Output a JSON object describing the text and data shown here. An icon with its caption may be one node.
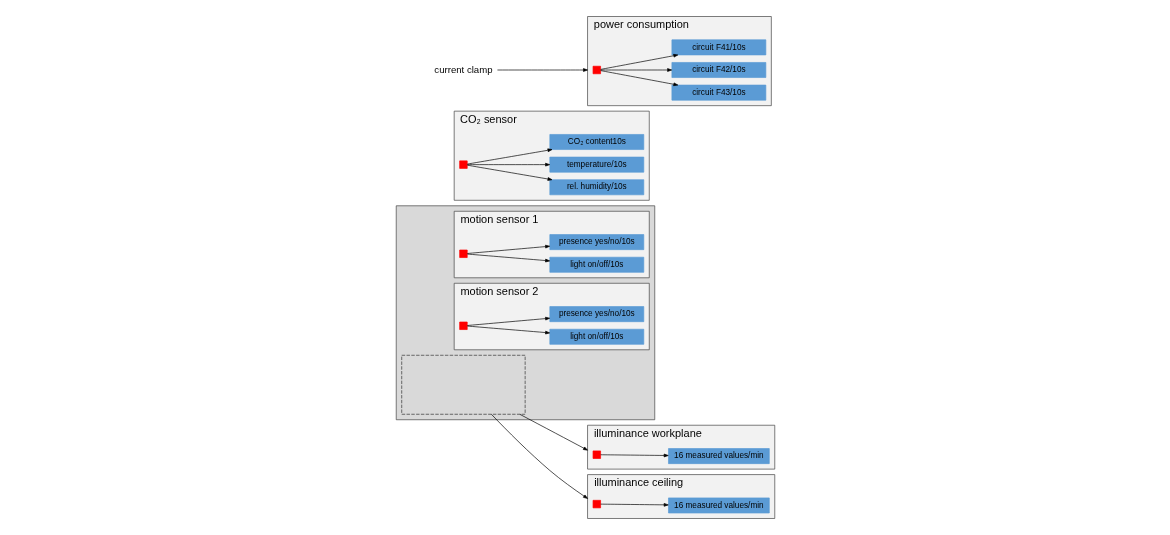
{
  "diagram": {
    "nodes": [
      {
        "text": [],
        "shape": "box"
      },
      {
        "text": [],
        "shape": "box",
        "in": 0
      },
      {
        "text": [
          "CO₂ sensor"
        ]
      },
      {
        "text": [],
        "shape": "box",
        "in": 2
      },
      {
        "text": [
          "CO₂ content10s"
        ],
        "in": 2
      },
      {
        "text": [
          "temperature/10s"
        ],
        "in": 2
      },
      {
        "text": [
          "rel. humidity/10s"
        ],
        "in": 2
      },
      {
        "text": [
          "motion sensor 1"
        ],
        "in": 0
      },
      {
        "text": [],
        "shape": "box",
        "in": 7
      },
      {
        "text": [
          "presence yes/no/10s"
        ],
        "in": 7
      },
      {
        "text": [
          "light on/off/10s"
        ],
        "in": 7
      },
      {
        "text": [
          "motion sensor 2"
        ],
        "in": 0
      },
      {
        "text": [],
        "shape": "box",
        "in": 11
      },
      {
        "text": [
          "presence yes/no/10s"
        ],
        "in": 11
      },
      {
        "text": [
          "light on/off/10s"
        ],
        "in": 11
      },
      {
        "text": [
          "current clamp"
        ]
      },
      {
        "text": [
          "power consumption"
        ]
      },
      {
        "text": [],
        "shape": "box",
        "in": 16
      },
      {
        "text": [
          "circuit F41/10s"
        ],
        "in": 16
      },
      {
        "text": [
          "circuit F42/10s"
        ],
        "in": 16
      },
      {
        "text": [
          "circuit F43/10s"
        ],
        "in": 16
      },
      {
        "text": [
          "illuminance workplane"
        ]
      },
      {
        "text": [],
        "shape": "box",
        "in": 21
      },
      {
        "text": [
          "16 measured values/min"
        ],
        "in": 21
      },
      {
        "text": [
          "illuminance ceiling"
        ]
      },
      {
        "text": [],
        "shape": "box",
        "in": 24
      },
      {
        "text": [
          "16 measured values/min"
        ],
        "in": 24
      }
    ],
    "edges": [
      {
        "from": 3,
        "to": 4,
        "arrow": "to"
      },
      {
        "from": 3,
        "to": 5,
        "arrow": "to"
      },
      {
        "from": 3,
        "to": 6,
        "arrow": "to"
      },
      {
        "from": 8,
        "to": 9,
        "arrow": "to"
      },
      {
        "from": 8,
        "to": 10,
        "arrow": "to"
      },
      {
        "from": 12,
        "to": 13,
        "arrow": "to"
      },
      {
        "from": 12,
        "to": 14,
        "arrow": "to"
      },
      {
        "from": 15,
        "to": 16,
        "arrow": "to"
      },
      {
        "from": 17,
        "to": 18,
        "arrow": "to"
      },
      {
        "from": 17,
        "to": 19,
        "arrow": "to"
      },
      {
        "from": 17,
        "to": 20,
        "arrow": "to"
      },
      {
        "from": 1,
        "to": 21,
        "arrow": "to"
      },
      {
        "from": 22,
        "to": 23,
        "arrow": "to"
      },
      {
        "from": 1,
        "to": 24,
        "arrow": "to"
      },
      {
        "from": 25,
        "to": 26,
        "arrow": "to"
      }
    ]
  }
}
